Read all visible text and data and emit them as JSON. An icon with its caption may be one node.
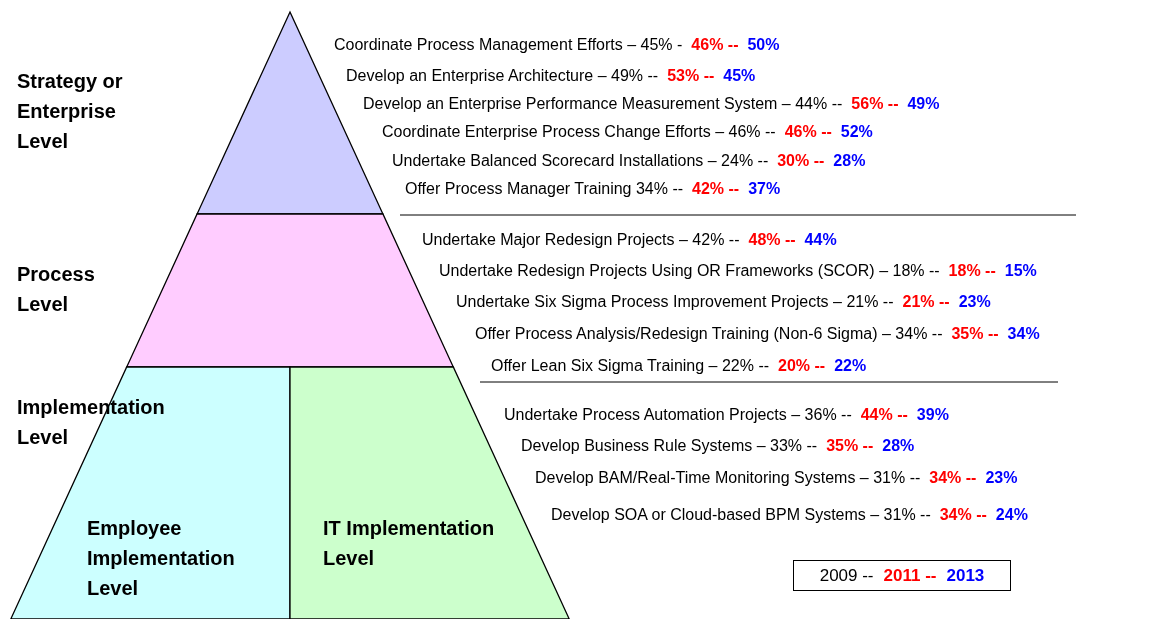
{
  "diagram": {
    "nodes": [
      {
        "text": [],
        "shape": "triangle"
      },
      {
        "text": [],
        "shape": "trapezoid"
      },
      {
        "text": [
          "Employee Implementation Level"
        ]
      },
      {
        "text": [
          "IT Implementation Level"
        ]
      }
    ],
    "labels": [
      "Strategy or Enterprise Level",
      "Process Level",
      "Implementation Level",
      "Coordinate Process Management Efforts – 45% -",
      "46% --",
      "50%",
      "Develop an Enterprise Architecture – 49% --",
      "53% --",
      "45%",
      "Develop an Enterprise Performance Measurement System – 44% --",
      "56% --",
      "49%",
      "Coordinate Enterprise Process Change Efforts – 46% --",
      "46% --",
      "52%",
      "Undertake Balanced Scorecard Installations – 24% --",
      "30% --",
      "28%",
      "Offer Process Manager Training 34% --",
      "42% --",
      "37%",
      "Undertake Major Redesign Projects – 42% --",
      "48% --",
      "44%",
      "Undertake Redesign Projects Using OR Frameworks (SCOR) – 18% --",
      "18% --",
      "15%",
      "Undertake Six Sigma Process Improvement Projects – 21% --",
      "21% --",
      "23%",
      "Offer Process Analysis/Redesign Training (Non-6 Sigma) – 34% --",
      "35% --",
      "34%",
      "Offer Lean Six Sigma Training – 22% --",
      "20% --",
      "22%",
      "Undertake Process Automation Projects – 36% --",
      "44% --",
      "39%",
      "Develop Business Rule Systems – 33% --",
      "35% --",
      "28%",
      "Develop BAM/Real-Time Monitoring Systems – 31% --",
      "34% --",
      "23%",
      "Develop SOA or Cloud-based BPM Systems – 31% --",
      "34% --",
      "24%"
    ],
    "legend": [
      {
        "text": "2009 --",
        "color": "#000000"
      },
      {
        "text": "2011 --",
        "color": "#ff0000"
      },
      {
        "text": "2013",
        "color": "#0000ff"
      }
    ]
  }
}
